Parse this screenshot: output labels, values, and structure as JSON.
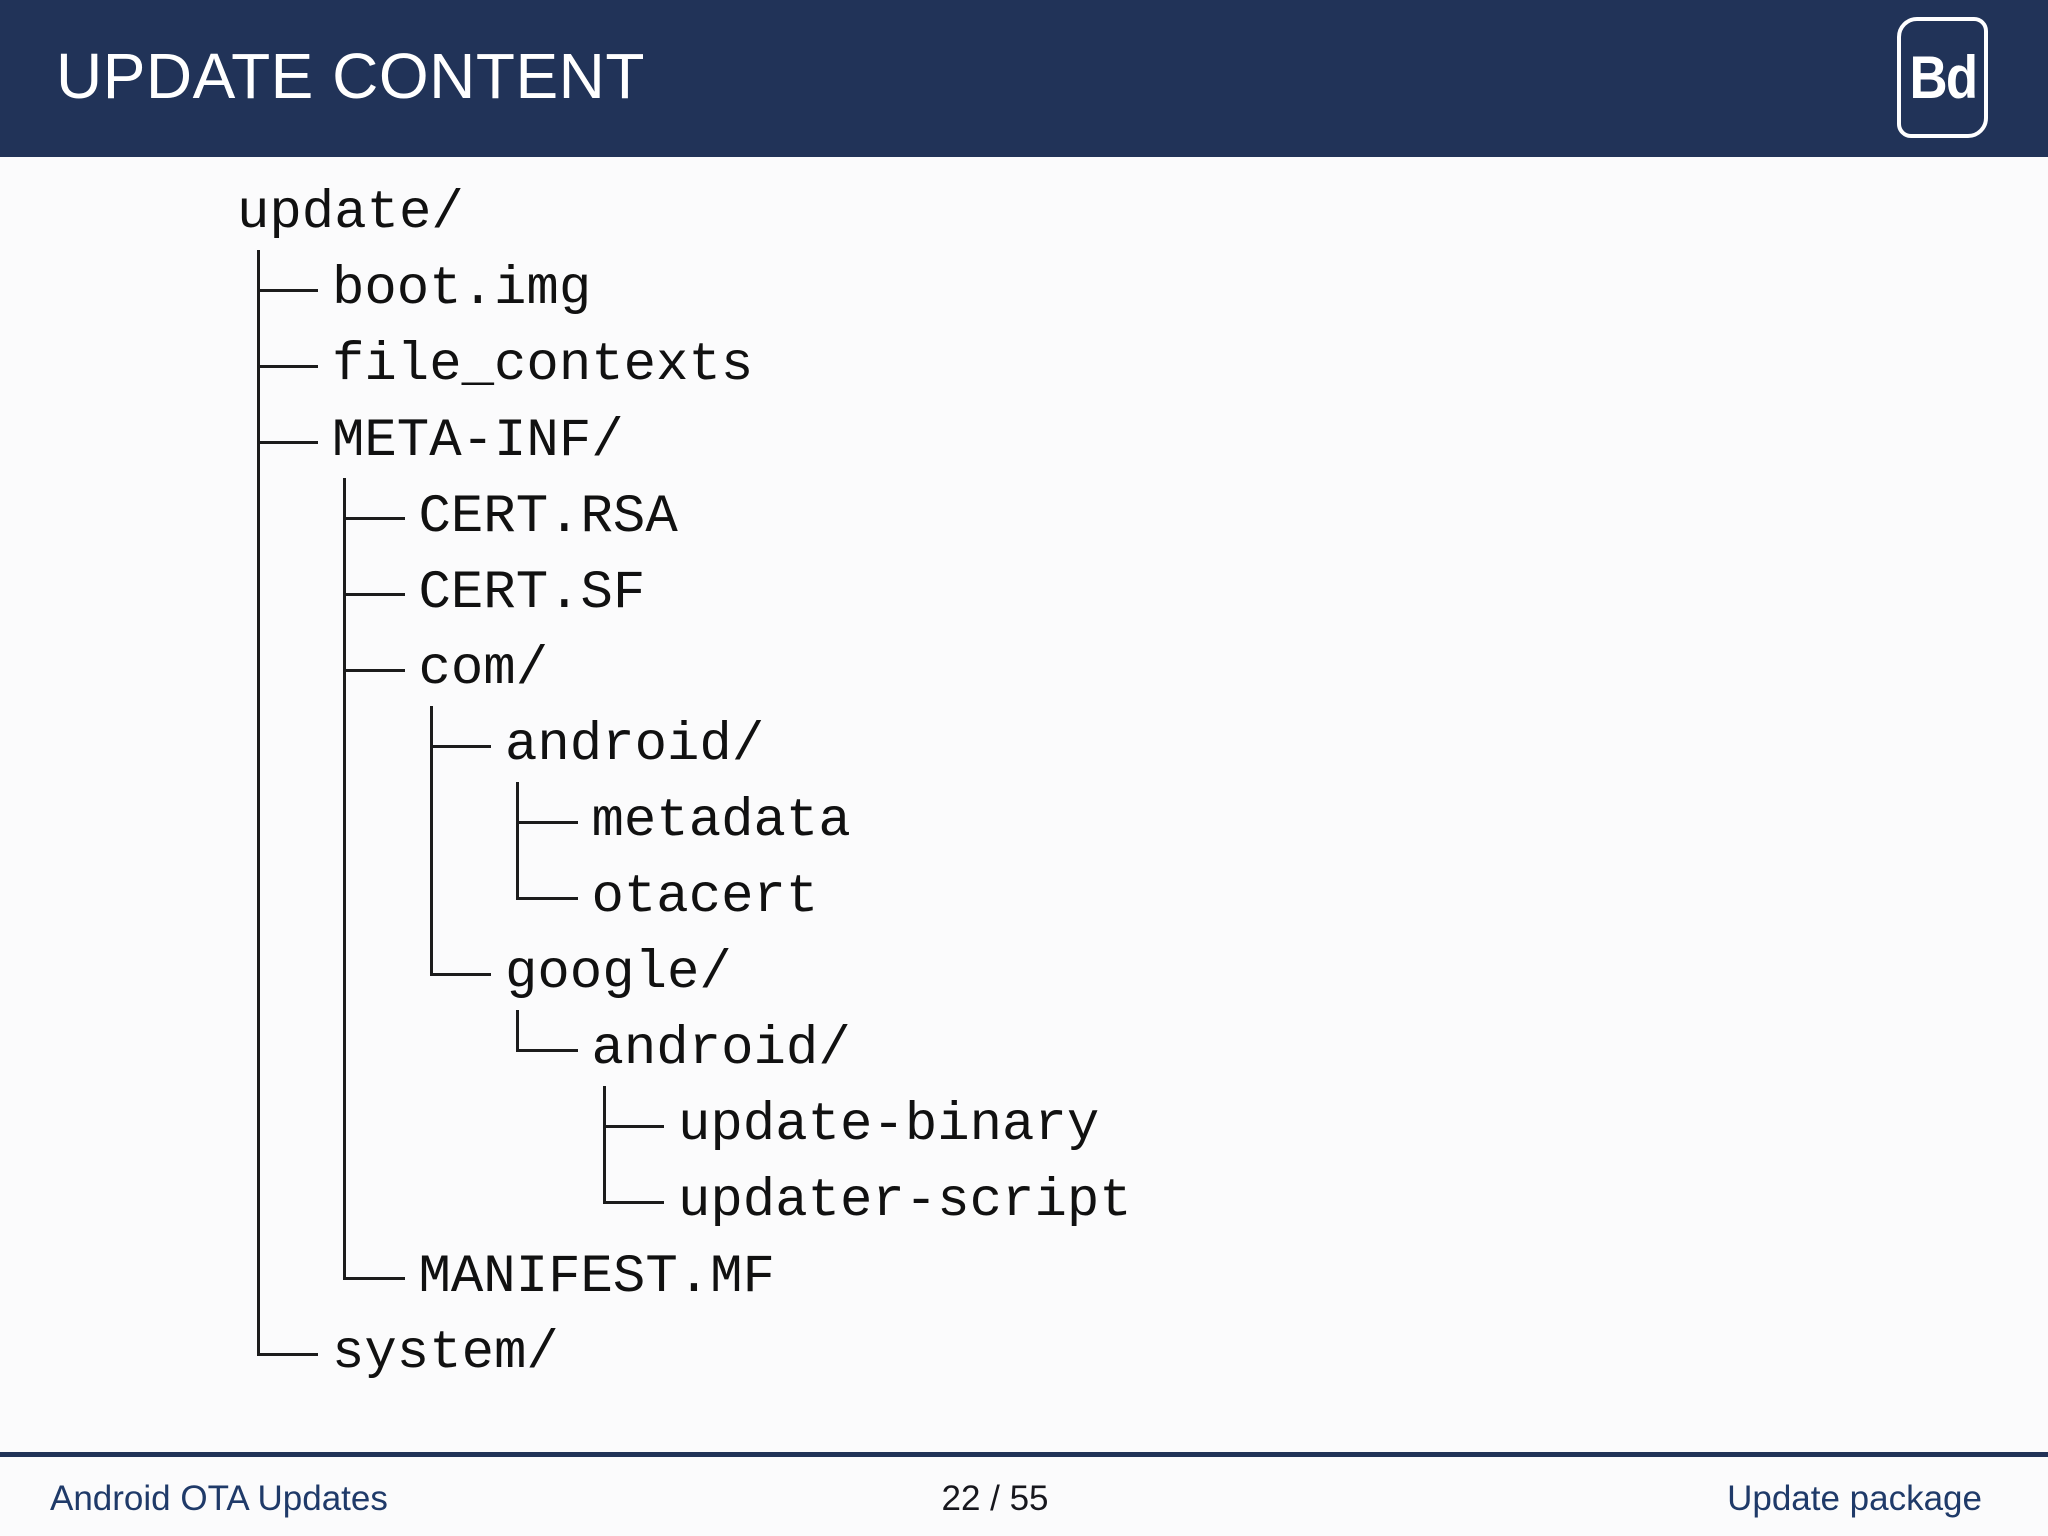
{
  "slide": {
    "title": "UPDATE CONTENT",
    "logo_text": "Bd",
    "footer": {
      "left": "Android OTA Updates",
      "page": "22 / 55",
      "right": "Update package"
    },
    "tree": {
      "name": "update/",
      "children": [
        {
          "name": "boot.img"
        },
        {
          "name": "file_contexts"
        },
        {
          "name": "META-INF/",
          "children": [
            {
              "name": "CERT.RSA"
            },
            {
              "name": "CERT.SF"
            },
            {
              "name": "com/",
              "children": [
                {
                  "name": "android/",
                  "children": [
                    {
                      "name": "metadata"
                    },
                    {
                      "name": "otacert"
                    }
                  ]
                },
                {
                  "name": "google/",
                  "children": [
                    {
                      "name": "android/",
                      "children": [
                        {
                          "name": "update-binary"
                        },
                        {
                          "name": "updater-script"
                        }
                      ]
                    }
                  ]
                }
              ]
            },
            {
              "name": "MANIFEST.MF"
            }
          ]
        },
        {
          "name": "system/"
        }
      ]
    }
  },
  "colors": {
    "navy_bar": "#213358",
    "background": "#fbfbfc",
    "title_text": "#ffffff",
    "tree_text": "#111111",
    "tree_line": "#1c1c1c",
    "footer_text": "#1f3a69",
    "page_number": "#17171d"
  }
}
